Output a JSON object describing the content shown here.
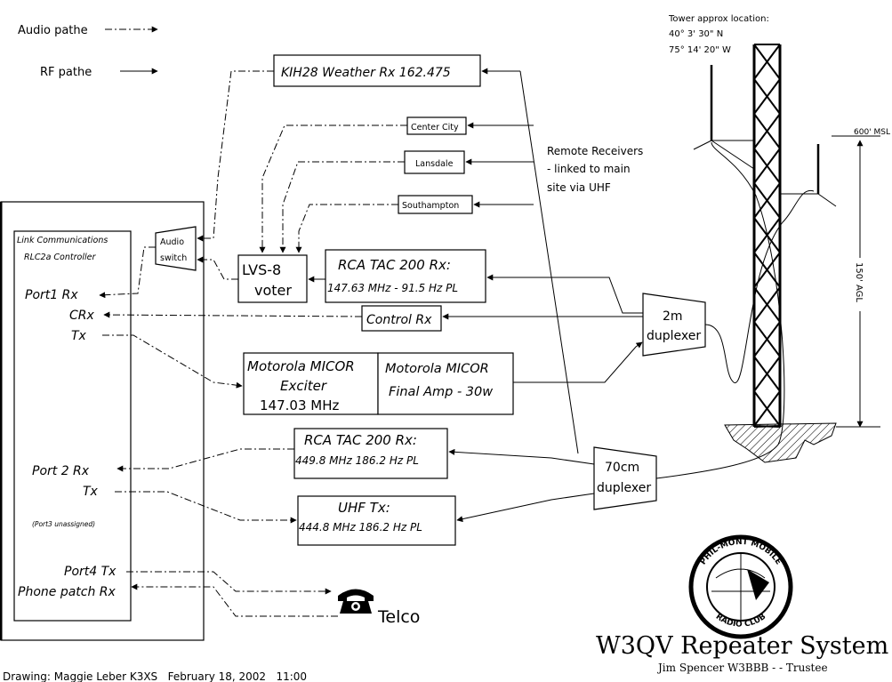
{
  "legend": {
    "audio_label": "Audio pathe",
    "rf_label": "RF pathe"
  },
  "controller": {
    "title_line1": "Link Communications",
    "title_line2": "RLC2a Controller",
    "port1_rx": "Port1 Rx",
    "crx": "CRx",
    "tx1": "Tx",
    "port2_rx": "Port 2 Rx",
    "tx2": "Tx",
    "port3_note": "(Port3 unassigned)",
    "port4_tx": "Port4 Tx",
    "phone_patch_rx": "Phone patch Rx"
  },
  "audio_switch": {
    "line1": "Audio",
    "line2": "switch"
  },
  "weather_rx": "KIH28 Weather Rx 162.475",
  "remote_receivers": {
    "center_city": "Center City",
    "lansdale": "Lansdale",
    "southampton": "Southampton",
    "note_line1": "Remote Receivers",
    "note_line2": "- linked to main",
    "note_line3": "site via UHF"
  },
  "voter": {
    "line1": "LVS-8",
    "line2": "voter"
  },
  "rca_2m_rx": {
    "line1": "RCA TAC 200 Rx:",
    "line2": "147.63 MHz - 91.5 Hz PL"
  },
  "control_rx": "Control Rx",
  "exciter": {
    "line1": "Motorola MICOR",
    "line2": "Exciter",
    "line3": "147.03 MHz"
  },
  "final_amp": {
    "line1": "Motorola MICOR",
    "line2": "Final Amp - 30w"
  },
  "duplexer_2m": {
    "line1": "2m",
    "line2": "duplexer"
  },
  "rca_uhf_rx": {
    "line1": "RCA TAC 200 Rx:",
    "line2": "449.8 MHz  186.2 Hz PL"
  },
  "uhf_tx": {
    "line1": "UHF Tx:",
    "line2": "444.8 MHz 186.2 Hz PL"
  },
  "duplexer_70cm": {
    "line1": "70cm",
    "line2": "duplexer"
  },
  "telco": "Telco",
  "tower": {
    "location_label": "Tower approx location:",
    "lat": "40° 3' 30\" N",
    "lon": "75° 14' 20\" W",
    "msl": "600' MSL",
    "agl": "150' AGL"
  },
  "logo": {
    "text_top": "PHIL-MONT MOBILE",
    "text_bottom": "RADIO CLUB"
  },
  "title": "W3QV Repeater System",
  "subtitle": "Jim Spencer W3BBB - - Trustee",
  "footer": "Drawing: Maggie Leber K3XS   February 18, 2002   11:00"
}
